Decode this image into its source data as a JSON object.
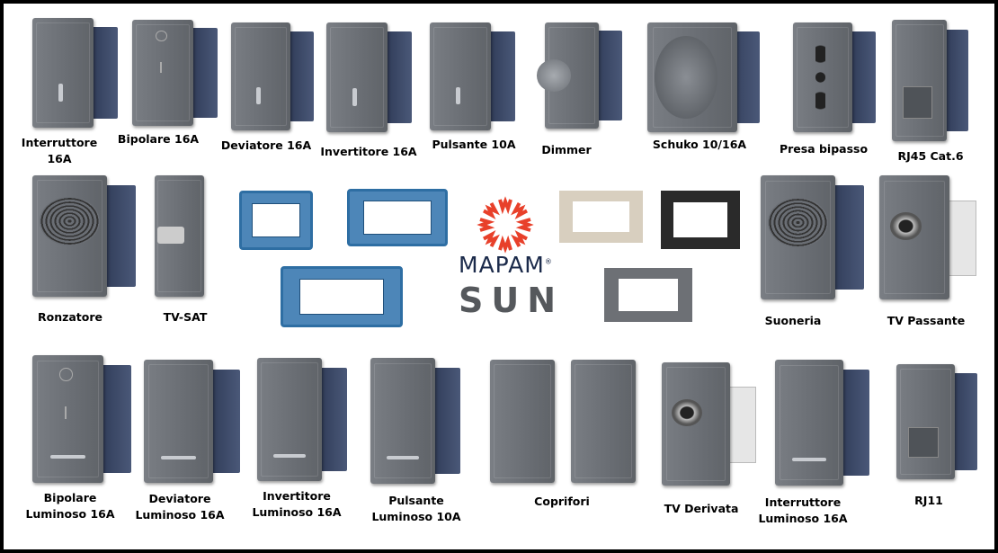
{
  "brand": {
    "name": "MAPAM",
    "registered": "®",
    "series": "SUN",
    "logo_color": "#e8402a"
  },
  "row1": [
    {
      "label": "Interruttore",
      "label2": "16A"
    },
    {
      "label": "Bipolare 16A"
    },
    {
      "label": "Deviatore 16A"
    },
    {
      "label": "Invertitore 16A"
    },
    {
      "label": "Pulsante 10A"
    },
    {
      "label": "Dimmer"
    },
    {
      "label": "Schuko 10/16A"
    },
    {
      "label": "Presa bipasso"
    },
    {
      "label": "RJ45  Cat.6"
    }
  ],
  "row2": [
    {
      "label": "Ronzatore"
    },
    {
      "label": "TV-SAT"
    },
    {
      "label": "Suoneria"
    },
    {
      "label": "TV Passante"
    }
  ],
  "row3": [
    {
      "label": "Bipolare",
      "label2": "Luminoso 16A"
    },
    {
      "label": "Deviatore",
      "label2": "Luminoso 16A"
    },
    {
      "label": "Invertitore",
      "label2": "Luminoso 16A"
    },
    {
      "label": "Pulsante",
      "label2": "Luminoso 10A"
    },
    {
      "label": "Coprifori"
    },
    {
      "label": "TV Derivata"
    },
    {
      "label": "Interruttore",
      "label2": "Luminoso 16A"
    },
    {
      "label": "RJ11"
    }
  ],
  "plates": {
    "beige": "#d8cfbf",
    "black": "#2a2a2a",
    "gray": "#6d7075"
  }
}
